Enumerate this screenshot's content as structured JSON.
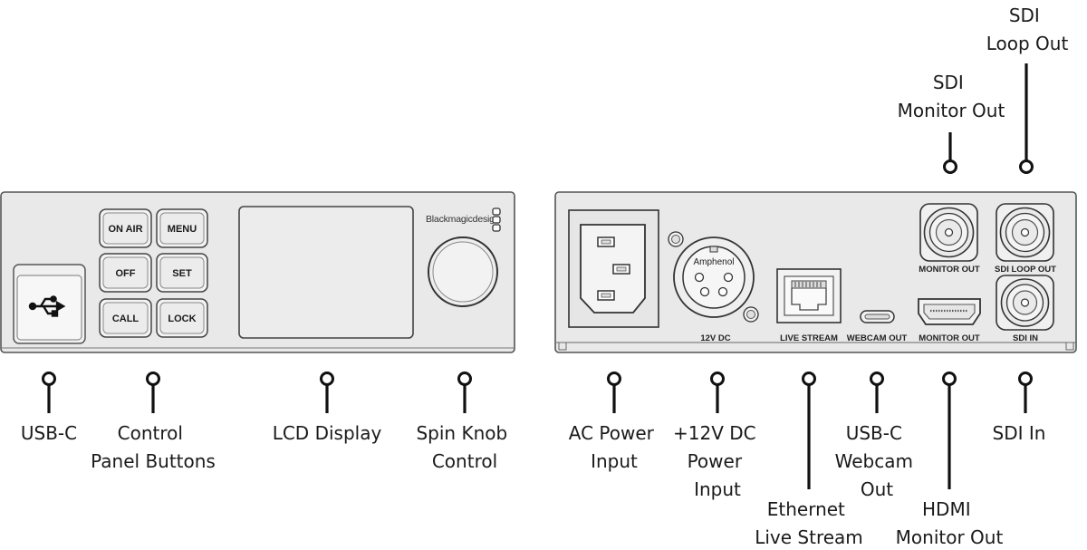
{
  "front_panel": {
    "brand": "Blackmagicdesign",
    "buttons": [
      "ON AIR",
      "MENU",
      "OFF",
      "SET",
      "CALL",
      "LOCK"
    ]
  },
  "rear_panel": {
    "xlr_brand": "Amphenol",
    "port_labels": {
      "dc": "12V DC",
      "ethernet": "LIVE STREAM",
      "webcam": "WEBCAM OUT",
      "hdmi": "MONITOR OUT",
      "sdi_in": "SDI IN",
      "sdi_monitor": "MONITOR OUT",
      "sdi_loop": "SDI LOOP OUT"
    }
  },
  "callouts": {
    "usb_c": [
      "USB-C"
    ],
    "control_panel_buttons": [
      "Control",
      "Panel Buttons"
    ],
    "lcd_display": [
      "LCD Display"
    ],
    "spin_knob": [
      "Spin Knob",
      "Control"
    ],
    "ac_power": [
      "AC Power",
      "Input"
    ],
    "dc_power": [
      "+12V DC",
      "Power",
      "Input"
    ],
    "ethernet": [
      "Ethernet",
      "Live Stream"
    ],
    "usb_c_webcam": [
      "USB-C",
      "Webcam",
      "Out"
    ],
    "hdmi_monitor": [
      "HDMI",
      "Monitor Out"
    ],
    "sdi_in": [
      "SDI In"
    ],
    "sdi_monitor": [
      "SDI",
      "Monitor Out"
    ],
    "sdi_loop": [
      "SDI",
      "Loop Out"
    ]
  }
}
